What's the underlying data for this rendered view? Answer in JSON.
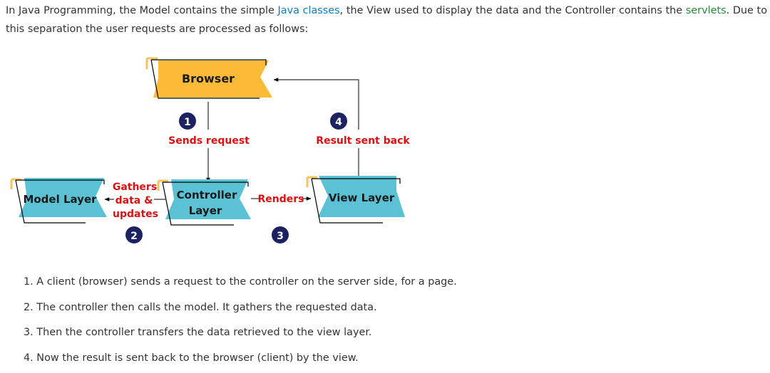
{
  "intro": {
    "part1": "In Java Programming, the Model contains the simple ",
    "link_java": "Java classes",
    "part2": ", the View used to display the data and the Controller contains the ",
    "link_servlets": "servlets",
    "part3": ". Due to this separation the user requests are processed as follows:"
  },
  "diagram": {
    "browser": "Browser",
    "model": "Model Layer",
    "controller_line1": "Controller",
    "controller_line2": "Layer",
    "view": "View Layer",
    "step1_num": "1",
    "step1_label": "Sends request",
    "step2_num": "2",
    "step2_line1": "Gathers",
    "step2_line2": "data &",
    "step2_line3": "updates",
    "step3_num": "3",
    "step3_label": "Renders",
    "step4_num": "4",
    "step4_label": "Result sent back",
    "colors": {
      "browser_fill": "#fbbb36",
      "layer_fill": "#5bc2d6",
      "step_badge": "#1c2261",
      "label_red": "#dd1111",
      "accent_corner": "#f3c363"
    }
  },
  "steps": [
    "1. A client (browser) sends a request to the controller on the server side, for a page.",
    "2. The controller then calls the model. It gathers the requested data.",
    "3. Then the controller transfers the data retrieved to the view layer.",
    "4. Now the result is sent back to the browser (client) by the view."
  ]
}
